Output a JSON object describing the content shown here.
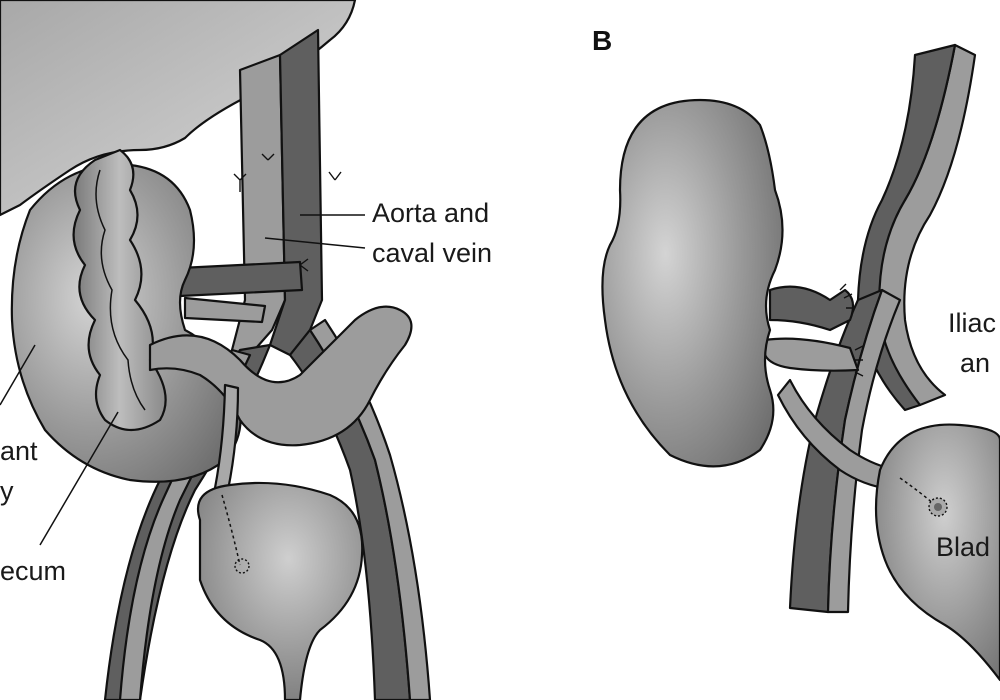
{
  "panels": [
    {
      "letter": "",
      "labels": {
        "aorta": "Aorta and",
        "aorta2": "caval vein",
        "transplant": "ant",
        "transplant2": "y",
        "cecum": "ecum"
      }
    },
    {
      "letter": "B",
      "labels": {
        "iliac": "Iliac",
        "iliac2": "an",
        "bladder": "Blad"
      }
    }
  ],
  "colors": {
    "organ_fill": "#8f8f8f",
    "organ_highlight": "#c8c8c8",
    "artery": "#5f5f5f",
    "vein": "#9c9c9c",
    "outline": "#111111",
    "background": "#ffffff"
  }
}
